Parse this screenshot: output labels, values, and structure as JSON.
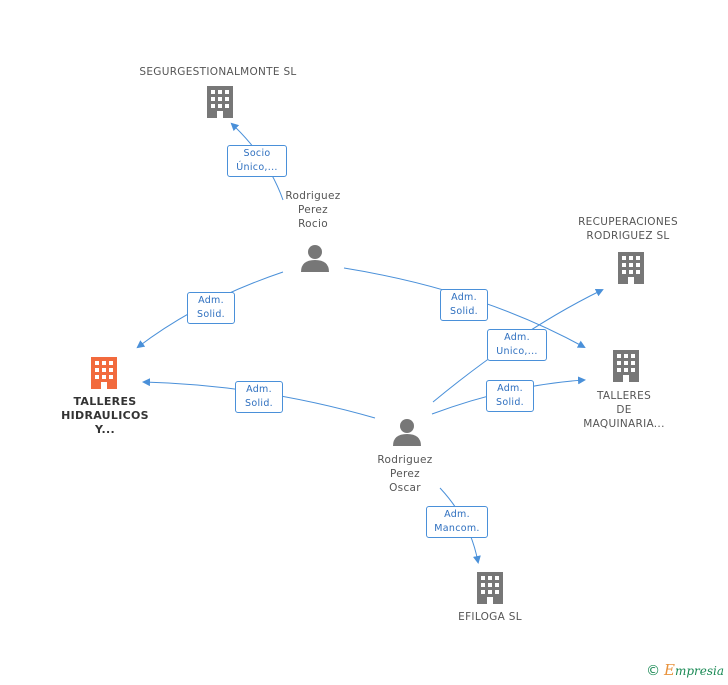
{
  "nodes": {
    "segurgestional": {
      "label": "SEGURGESTIONALMONTE SL"
    },
    "recuperaciones": {
      "line1": "RECUPERACIONES",
      "line2": "RODRIGUEZ SL"
    },
    "talleres_hidraulicos": {
      "line1": "TALLERES",
      "line2": "HIDRAULICOS",
      "line3": "Y..."
    },
    "talleres_maquinaria": {
      "line1": "TALLERES",
      "line2": "DE",
      "line3": "MAQUINARIA..."
    },
    "efiloga": {
      "label": "EFILOGA SL"
    },
    "rocio": {
      "line1": "Rodriguez",
      "line2": "Perez",
      "line3": "Rocio"
    },
    "oscar": {
      "line1": "Rodriguez",
      "line2": "Perez",
      "line3": "Oscar"
    }
  },
  "roles": {
    "socio": {
      "line1": "Socio",
      "line2": "Único,..."
    },
    "rocio_hidraulicos": {
      "line1": "Adm.",
      "line2": "Solid."
    },
    "rocio_maquinaria": {
      "line1": "Adm.",
      "line2": "Solid."
    },
    "oscar_hidraulicos": {
      "line1": "Adm.",
      "line2": "Solid."
    },
    "oscar_recuperaciones": {
      "line1": "Adm.",
      "line2": "Unico,..."
    },
    "oscar_maquinaria": {
      "line1": "Adm.",
      "line2": "Solid."
    },
    "oscar_efiloga": {
      "line1": "Adm.",
      "line2": "Mancom."
    }
  },
  "colors": {
    "edge": "#4a90d9",
    "company": "#777777",
    "company_main": "#f26a3d",
    "person": "#777777"
  },
  "footer": {
    "copyright": "©",
    "brand_e": "E",
    "brand_rest": "mpresia"
  }
}
